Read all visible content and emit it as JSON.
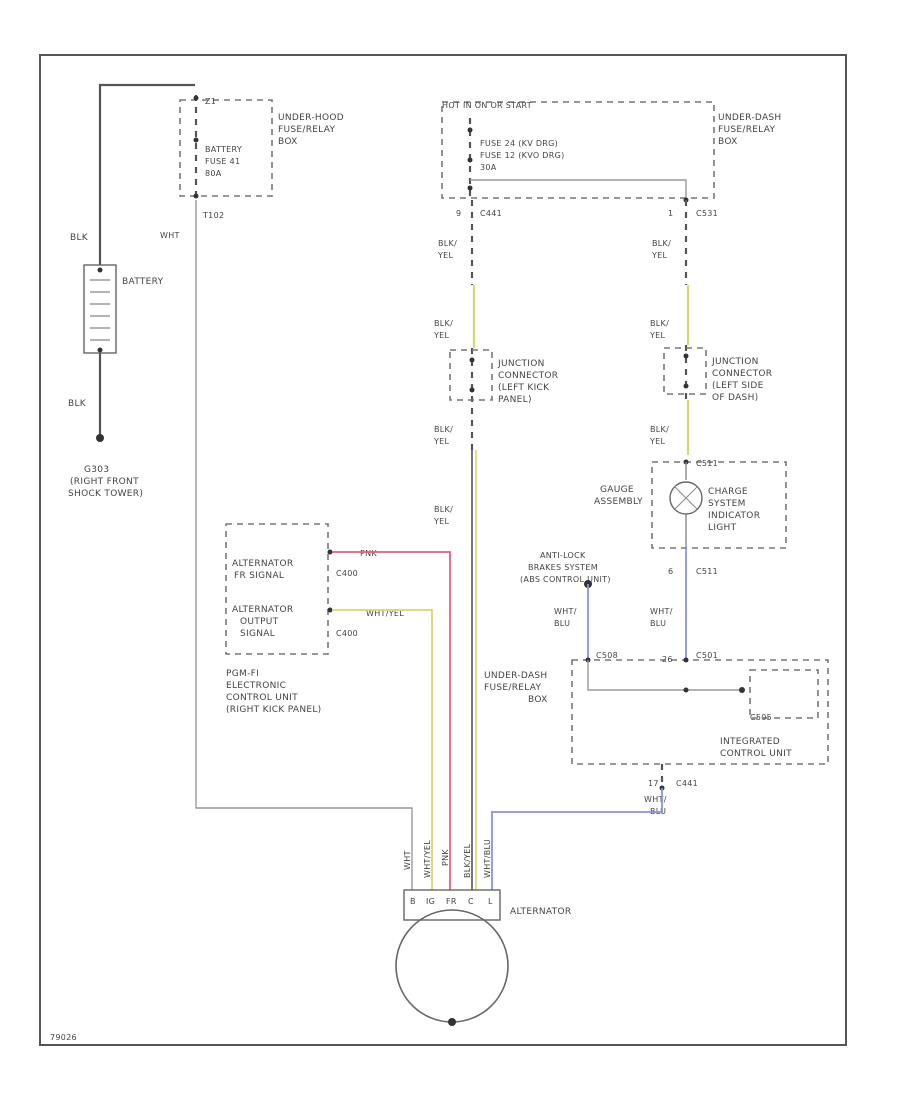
{
  "diagram": {
    "code": "79026",
    "battery": {
      "label": "BATTERY",
      "ground_upper": "BLK",
      "ground_lower": "BLK",
      "ground_point": [
        "G303",
        "(RIGHT FRONT",
        "SHOCK TOWER)"
      ]
    },
    "underhood_box": {
      "pin": "Z1",
      "fuse": [
        "BATTERY",
        "FUSE 41",
        "80A"
      ],
      "label": [
        "UNDER-HOOD",
        "FUSE/RELAY",
        "BOX"
      ],
      "terminal": "T102",
      "wire": "WHT"
    },
    "underdash_top": {
      "header": "HOT IN ON OR START",
      "fuses": [
        "FUSE 24   (KV DRG)",
        "FUSE 12   (KVO DRG)",
        "30A"
      ],
      "label": [
        "UNDER-DASH",
        "FUSE/RELAY",
        "BOX"
      ],
      "conn_left": "C441",
      "conn_left_pin": "9",
      "conn_right": "C531",
      "conn_right_pin": "1"
    },
    "left_branch": {
      "wire_labels": [
        "BLK/",
        "YEL",
        "BLK/",
        "YEL",
        "BLK/",
        "YEL",
        "BLK/",
        "YEL"
      ],
      "junction": [
        "JUNCTION",
        "CONNECTOR",
        "(LEFT KICK",
        "PANEL)"
      ]
    },
    "right_branch": {
      "wire_labels": [
        "BLK/",
        "YEL",
        "BLK/",
        "YEL",
        "BLK/",
        "YEL"
      ],
      "junction": [
        "JUNCTION",
        "CONNECTOR",
        "(LEFT SIDE",
        "OF DASH)"
      ],
      "gauge_label": [
        "GAUGE",
        "ASSEMBLY"
      ],
      "gauge_conn": "C511",
      "gauge_conn2": "C511",
      "gauge_pin": "6",
      "indicator": [
        "CHARGE",
        "SYSTEM",
        "INDICATOR",
        "LIGHT"
      ]
    },
    "pcm": {
      "sig1": [
        "ALTERNATOR",
        "FR SIGNAL"
      ],
      "sig1_wire": "PNK",
      "sig1_conn": "C400",
      "sig2": [
        "ALTERNATOR",
        "OUTPUT",
        "SIGNAL"
      ],
      "sig2_wire": "WHT/YEL",
      "sig2_conn": "C400",
      "label": [
        "PGM-FI",
        "ELECTRONIC",
        "CONTROL UNIT",
        "(RIGHT KICK PANEL)"
      ]
    },
    "abs": {
      "label": [
        "ANTI-LOCK",
        "BRAKES SYSTEM",
        "(ABS CONTROL UNIT)"
      ],
      "wire1": [
        "WHT/",
        "BLU"
      ],
      "wire2": [
        "WHT/",
        "BLU"
      ],
      "conn_a": "C508",
      "conn_b": "C501",
      "pin_a": "26"
    },
    "underdash_bottom": {
      "label": [
        "UNDER-DASH",
        "FUSE/RELAY",
        "BOX"
      ],
      "conn": "C505",
      "icu_label": [
        "INTEGRATED",
        "CONTROL UNIT"
      ],
      "conn2": "C441",
      "pin": "17",
      "wire": [
        "WHT/",
        "BLU"
      ]
    },
    "alternator": {
      "label": "ALTERNATOR",
      "wires": [
        "WHT",
        "WHT/YEL",
        "PNK",
        "BLK/YEL",
        "WHT/BLU"
      ],
      "terminals": [
        "B",
        "IG",
        "FR",
        "C",
        "L"
      ]
    },
    "colors": {
      "pnk": "#f05a78",
      "yel": "#d6d870",
      "blu": "#8a8ff0",
      "gray": "#9a9a9a",
      "dark": "#555555"
    }
  }
}
